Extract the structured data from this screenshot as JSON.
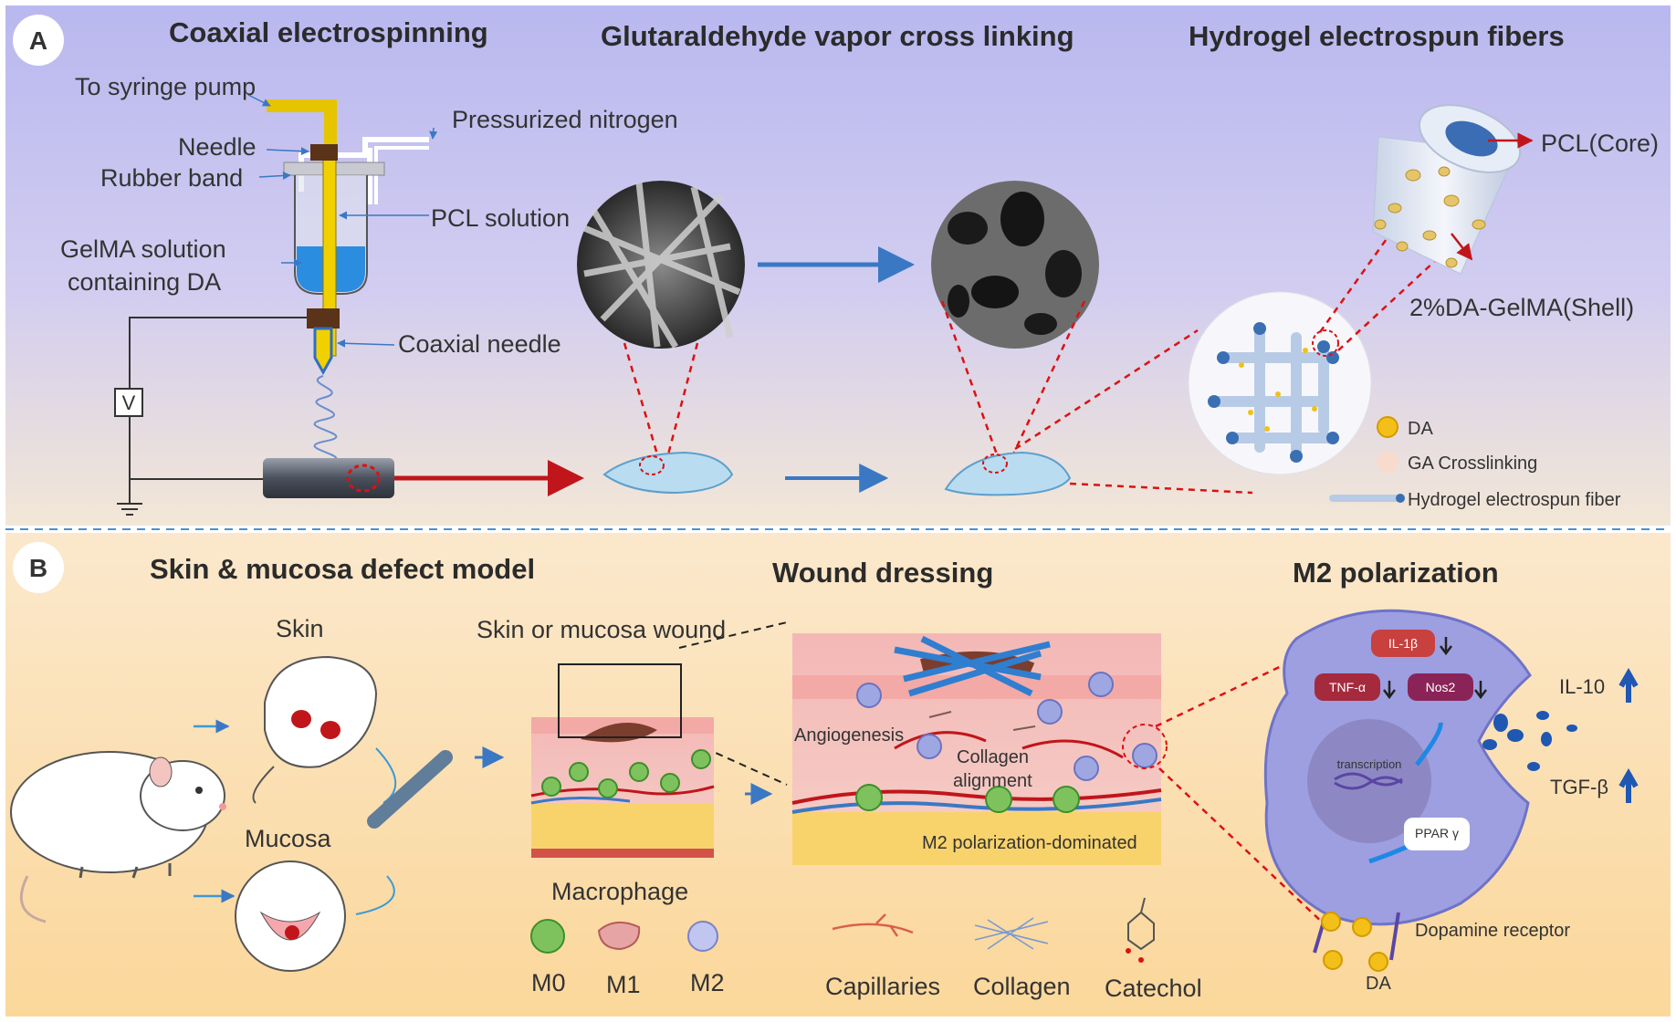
{
  "panel_a": {
    "letter": "A",
    "titles": {
      "coaxial": "Coaxial electrospinning",
      "crosslink": "Glutaraldehyde vapor cross linking",
      "hydrogel": "Hydrogel electrospun fibers"
    },
    "labels": {
      "syringe_pump": "To syringe pump",
      "needle": "Needle",
      "rubber_band": "Rubber band",
      "nitrogen": "Pressurized nitrogen",
      "pcl_solution": "PCL solution",
      "gelma_line1": "GelMA solution",
      "gelma_line2": "containing DA",
      "coaxial_needle": "Coaxial needle",
      "voltage": "V",
      "pcl_core": "PCL(Core)",
      "shell": "2%DA-GelMA(Shell)"
    },
    "legend": [
      {
        "label": "DA",
        "color": "#f2c018"
      },
      {
        "label": "GA Crosslinking",
        "color": "#f7dccd"
      },
      {
        "label": "Hydrogel electrospun fiber",
        "color": "#3b6fb3"
      }
    ]
  },
  "panel_b": {
    "letter": "B",
    "titles": {
      "model": "Skin & mucosa defect model",
      "dressing": "Wound dressing",
      "m2": "M2 polarization"
    },
    "labels": {
      "skin": "Skin",
      "mucosa": "Mucosa",
      "wound": "Skin or mucosa wound",
      "macrophage": "Macrophage",
      "angiogenesis": "Angiogenesis",
      "collagen_line1": "Collagen",
      "collagen_line2": "alignment",
      "m2_dominated": "M2 polarization-dominated",
      "il1b": "IL-1β",
      "tnfa": "TNF-α",
      "nos2": "Nos2",
      "transcription": "transcription",
      "ppar": "PPAR γ",
      "il10": "IL-10",
      "tgfb": "TGF-β",
      "dopamine_receptor": "Dopamine receptor",
      "da": "DA"
    },
    "macrophage_types": [
      "M0",
      "M1",
      "M2"
    ],
    "legend": [
      "Capillaries",
      "Collagen",
      "Catechol"
    ]
  }
}
